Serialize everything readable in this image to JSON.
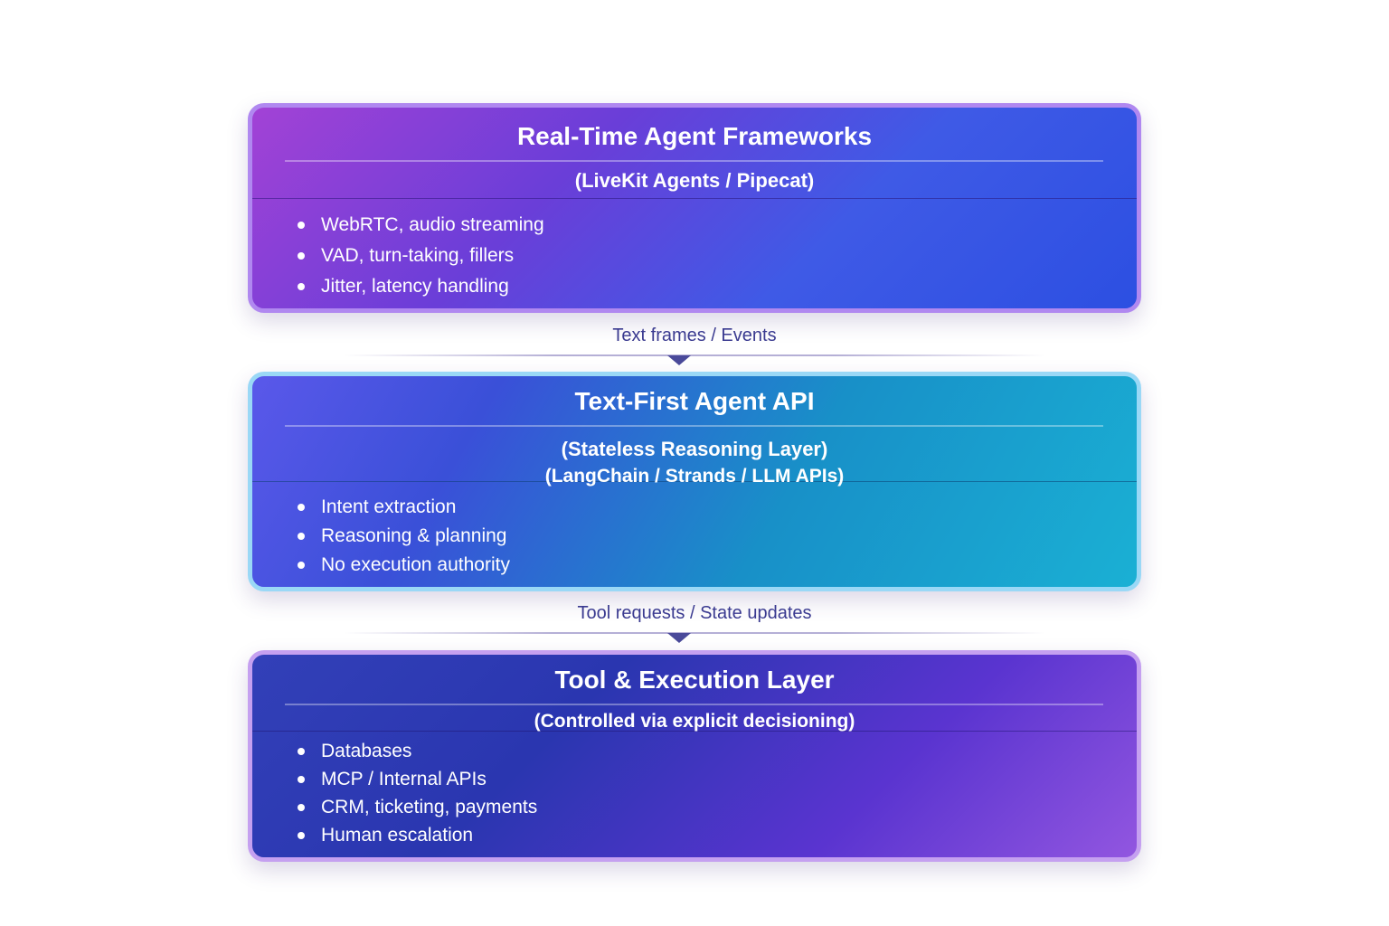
{
  "layers": [
    {
      "title": "Real-Time Agent Frameworks",
      "subtitle_lines": [
        "(LiveKit Agents / Pipecat)"
      ],
      "bullets": [
        "WebRTC, audio streaming",
        "VAD, turn-taking, fillers",
        "Jitter, latency handling"
      ]
    },
    {
      "title": "Text-First Agent API",
      "subtitle_lines": [
        "(Stateless Reasoning Layer)",
        "(LangChain / Strands / LLM APIs)"
      ],
      "bullets": [
        "Intent extraction",
        "Reasoning & planning",
        "No execution authority"
      ]
    },
    {
      "title": "Tool & Execution Layer",
      "subtitle_lines": [
        "(Controlled via explicit decisioning)"
      ],
      "bullets": [
        "Databases",
        "MCP / Internal APIs",
        "CRM, ticketing, payments",
        "Human escalation"
      ]
    }
  ],
  "connectors": [
    {
      "label": "Text frames / Events",
      "icon": "arrow-down-icon"
    },
    {
      "label": "Tool requests / State updates",
      "icon": "arrow-down-icon"
    }
  ],
  "colors": {
    "connector_text": "#3a3a90",
    "layer1_border": "#b088f0",
    "layer2_border": "#9ad8f6",
    "layer3_border": "#c5a0f0"
  }
}
